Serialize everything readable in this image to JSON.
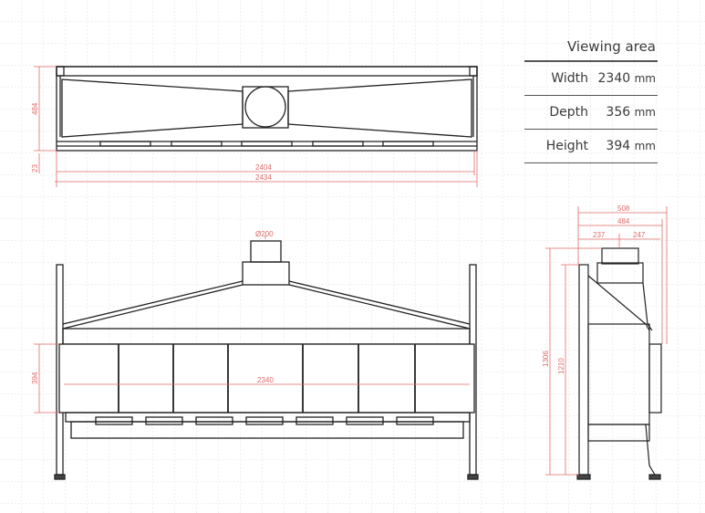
{
  "viewing_area": {
    "title": "Viewing area",
    "rows": [
      {
        "label": "Width",
        "value": "2340",
        "unit": "mm"
      },
      {
        "label": "Depth",
        "value": "356",
        "unit": "mm"
      },
      {
        "label": "Height",
        "value": "394",
        "unit": "mm"
      }
    ]
  },
  "top_view": {
    "height": "484",
    "base": "23",
    "width_inner": "2404",
    "width_outer": "2434"
  },
  "front_view": {
    "flue": "Ø200",
    "glass_height": "394",
    "glass_width": "2340"
  },
  "side_view": {
    "depth_outer": "508",
    "depth": "484",
    "front": "237",
    "back": "247",
    "height_total": "1306",
    "height_body": "1210"
  },
  "colors": {
    "dimension": "#e26a6a",
    "line": "#222222",
    "grid": "#d8d8d8"
  }
}
